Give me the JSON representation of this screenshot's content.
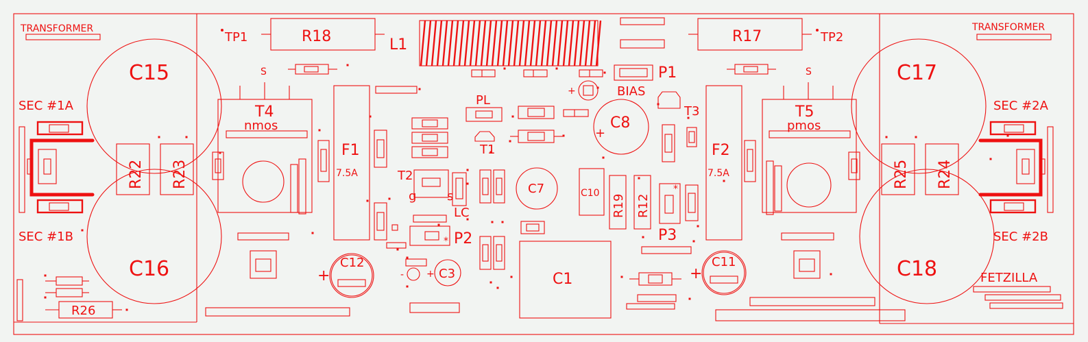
{
  "board": {
    "name": "FETZILLA",
    "line_color": "#ee1111",
    "background": "#f2f4f2",
    "caps_large": [
      "C15",
      "C16",
      "C17",
      "C18"
    ],
    "labels": {
      "transformer_left": "TRANSFORMER",
      "transformer_right": "TRANSFORMER",
      "sec_1a": "SEC #1A",
      "sec_1b": "SEC #1B",
      "sec_2a": "SEC #2A",
      "sec_2b": "SEC #2B",
      "tp1": "TP1",
      "tp2": "TP2",
      "r18": "R18",
      "r17": "R17",
      "l1": "L1",
      "p1": "P1",
      "bias": "BIAS",
      "s_left": "S",
      "s_right": "S",
      "t4": "T4",
      "nmos": "nmos",
      "t5": "T5",
      "pmos": "pmos",
      "f1": "F1",
      "f1_rating": "7.5A",
      "f2": "F2",
      "f2_rating": "7.5A",
      "r22": "R22",
      "r23": "R23",
      "r24": "R24",
      "r25": "R25",
      "pl": "PL",
      "t1": "T1",
      "t2": "T2",
      "t3": "T3",
      "c8": "C8",
      "c8_plus": "+",
      "c7": "C7",
      "c10": "C10",
      "r19": "R19",
      "r12": "R12",
      "p3": "P3",
      "p3_star": "*",
      "p2": "P2",
      "p2_star": "*",
      "lc": "LC",
      "g": "g",
      "s_t2": "s",
      "c12": "C12",
      "c12_plus": "+",
      "c11": "C11",
      "c11_plus": "+",
      "c3": "C3",
      "c3_plus": "+",
      "c3_minus": "-",
      "c1": "C1",
      "r26": "R26",
      "fetzilla": "FETZILLA",
      "pot_plus": "+"
    }
  }
}
